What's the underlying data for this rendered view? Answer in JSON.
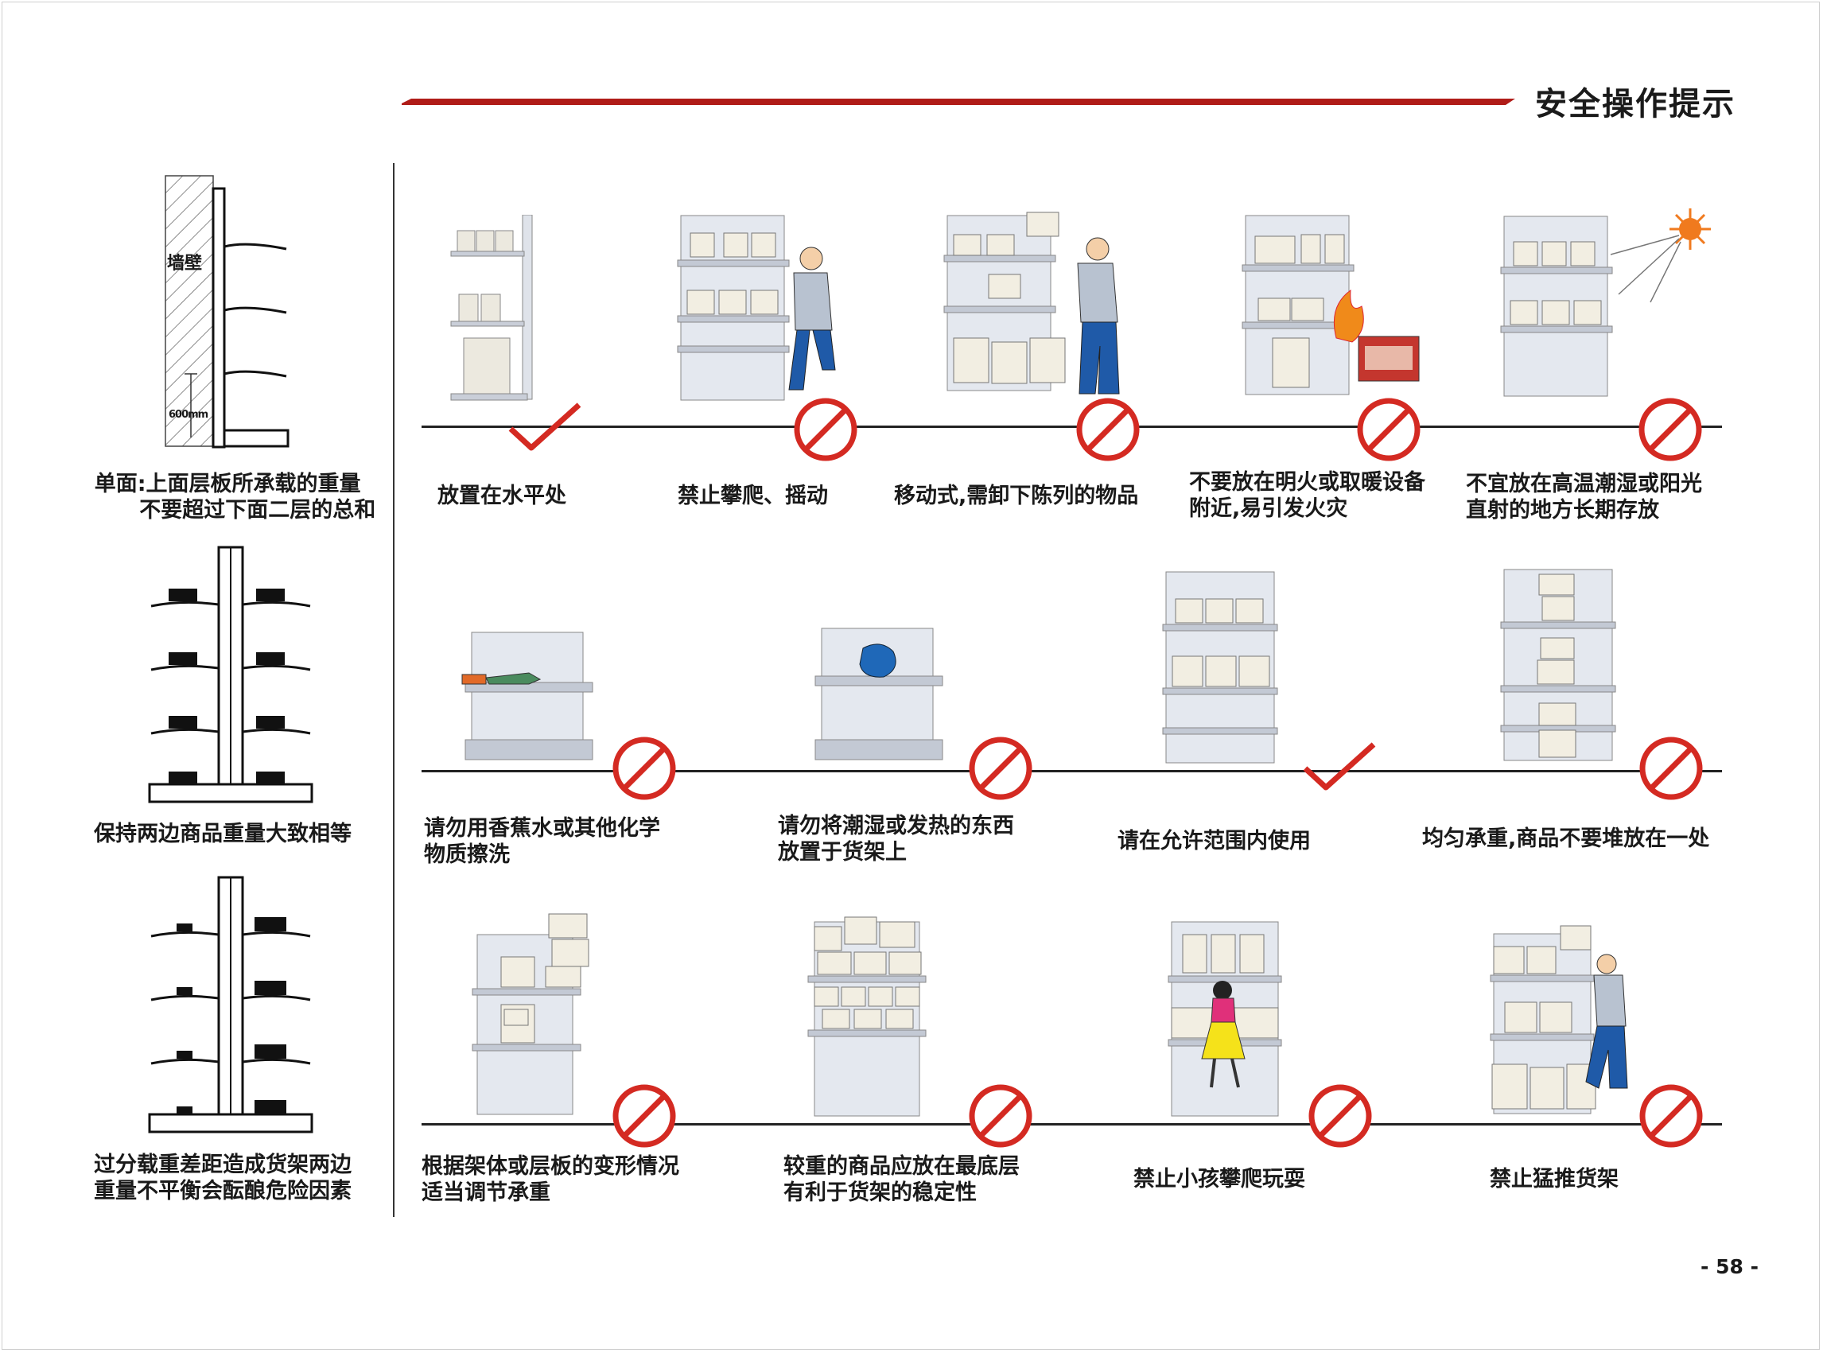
{
  "header": {
    "title": "安全操作提示",
    "accent_color": "#b01c18"
  },
  "left": {
    "wall_label": "墙壁",
    "height_label": "600mm",
    "captions": [
      "单面:上面层板所承载的重量\n        不要超过下面二层的总和",
      "保持两边商品重量大致相等",
      "过分载重差距造成货架两边\n重量不平衡会酝酿危险因素"
    ]
  },
  "tips": [
    {
      "caption": "放置在水平处",
      "status": "allowed"
    },
    {
      "caption": "禁止攀爬、摇动",
      "status": "prohibited"
    },
    {
      "caption": "移动式,需卸下陈列的物品",
      "status": "prohibited"
    },
    {
      "caption": "不要放在明火或取暖设备\n附近,易引发火灾",
      "status": "prohibited"
    },
    {
      "caption": "不宜放在高温潮湿或阳光\n直射的地方长期存放",
      "status": "prohibited"
    },
    {
      "caption": "请勿用香蕉水或其他化学\n物质擦洗",
      "status": "prohibited"
    },
    {
      "caption": "请勿将潮湿或发热的东西\n放置于货架上",
      "status": "prohibited"
    },
    {
      "caption": "请在允许范围内使用",
      "status": "allowed"
    },
    {
      "caption": "均匀承重,商品不要堆放在一处",
      "status": "prohibited"
    },
    {
      "caption": "根据架体或层板的变形情况\n适当调节承重",
      "status": "prohibited"
    },
    {
      "caption": "较重的商品应放在最底层\n有利于货架的稳定性",
      "status": "prohibited"
    },
    {
      "caption": "禁止小孩攀爬玩耍",
      "status": "prohibited"
    },
    {
      "caption": "禁止猛推货架",
      "status": "prohibited"
    }
  ],
  "icons": {
    "allowed": "check-icon",
    "prohibited": "prohibited-icon"
  },
  "mark_colors": {
    "check": "#d42a22",
    "prohibited": "#d42a22"
  },
  "footer": {
    "page_number": "- 58 -"
  }
}
